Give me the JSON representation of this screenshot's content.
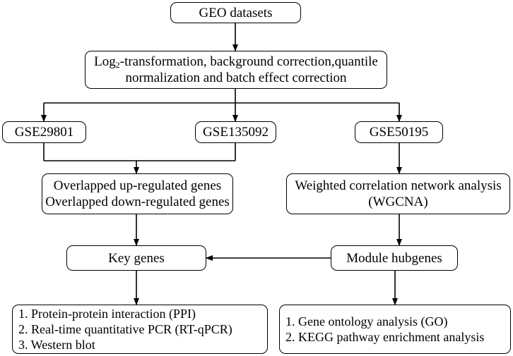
{
  "nodes": {
    "geo": {
      "label": "GEO datasets"
    },
    "preprocess": {
      "line1_pre": "Log",
      "line1_sub": "2",
      "line1_post": "-transformation, background correction,quantile",
      "line2": "normalization and batch effect correction"
    },
    "gse29801": {
      "label": "GSE29801"
    },
    "gse135092": {
      "label": "GSE135092"
    },
    "gse50195": {
      "label": "GSE50195"
    },
    "overlap": {
      "lines": [
        "Overlapped up-regulated genes",
        "Overlapped down-regulated genes"
      ]
    },
    "wgcna": {
      "lines": [
        "Weighted correlation network analysis",
        "(WGCNA)"
      ]
    },
    "key_genes": {
      "label": "Key genes"
    },
    "module_hubgenes": {
      "label": "Module hubgenes"
    },
    "validation": {
      "lines": [
        "1. Protein-protein interaction (PPI)",
        "2. Real-time quantitative PCR (RT-qPCR)",
        "3. Western blot"
      ]
    },
    "enrichment": {
      "lines": [
        "1. Gene ontology analysis (GO)",
        "2. KEGG pathway enrichment analysis"
      ]
    }
  },
  "edges": [
    {
      "from": "geo",
      "to": "preprocess"
    },
    {
      "from": "preprocess",
      "to": "gse29801"
    },
    {
      "from": "preprocess",
      "to": "gse135092"
    },
    {
      "from": "preprocess",
      "to": "gse50195"
    },
    {
      "from": "gse29801",
      "to": "overlap"
    },
    {
      "from": "gse135092",
      "to": "overlap"
    },
    {
      "from": "gse50195",
      "to": "wgcna"
    },
    {
      "from": "overlap",
      "to": "key_genes"
    },
    {
      "from": "wgcna",
      "to": "module_hubgenes"
    },
    {
      "from": "module_hubgenes",
      "to": "key_genes"
    },
    {
      "from": "key_genes",
      "to": "validation"
    },
    {
      "from": "module_hubgenes",
      "to": "enrichment"
    }
  ]
}
